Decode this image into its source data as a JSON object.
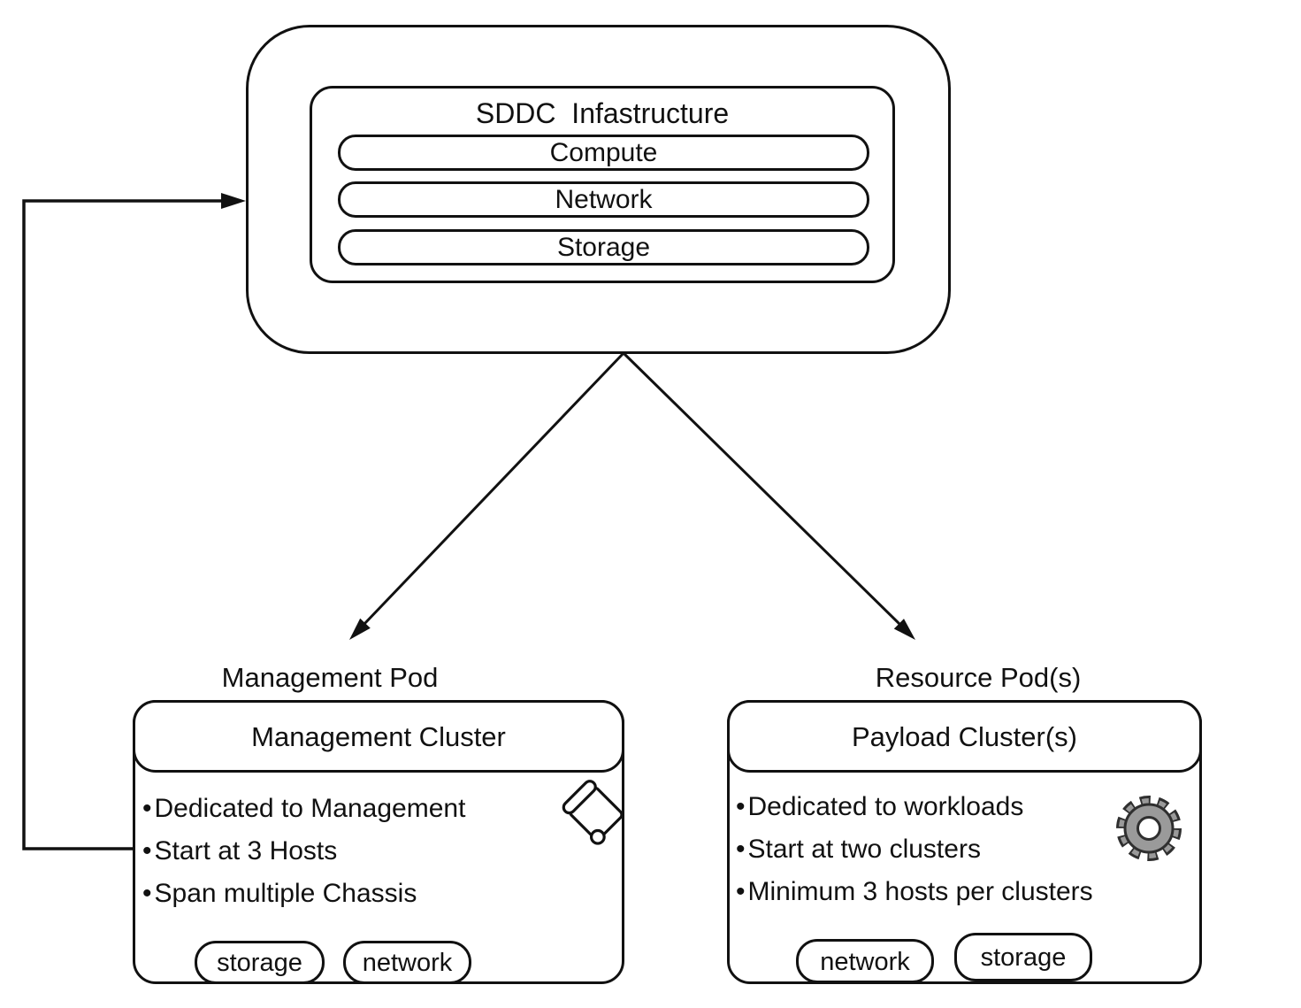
{
  "sddc": {
    "title": "SDDC  Infastructure",
    "layers": [
      "Compute",
      "Network",
      "Storage"
    ]
  },
  "management_pod": {
    "label": "Management Pod",
    "cluster_title": "Management Cluster",
    "bullets": [
      "Dedicated to Management",
      "Start at 3 Hosts",
      "Span multiple Chassis"
    ],
    "pills": [
      "storage",
      "network"
    ]
  },
  "resource_pod": {
    "label": "Resource Pod(s)",
    "cluster_title": "Payload Cluster(s)",
    "bullets": [
      "Dedicated to workloads",
      "Start at two clusters",
      "Minimum 3 hosts per clusters"
    ],
    "pills": [
      "network",
      "storage"
    ]
  },
  "colors": {
    "stroke": "#111111",
    "text": "#111111",
    "gear_fill": "#9a9a9a",
    "background": "#ffffff"
  }
}
